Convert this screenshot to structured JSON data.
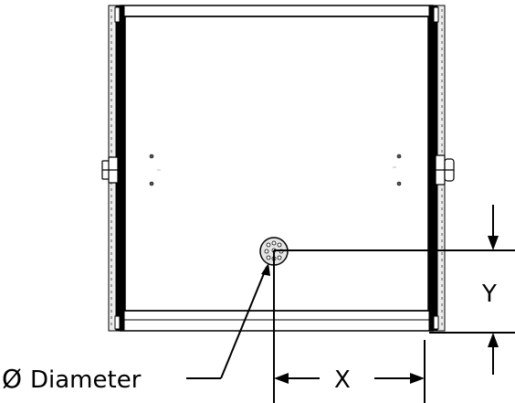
{
  "labels": {
    "diameter_symbol": "Ø",
    "diameter": "Diameter",
    "x": "X",
    "y": "Y"
  },
  "colors": {
    "line": "#000000",
    "panel": "#ffffff",
    "rail": "#ececec"
  }
}
